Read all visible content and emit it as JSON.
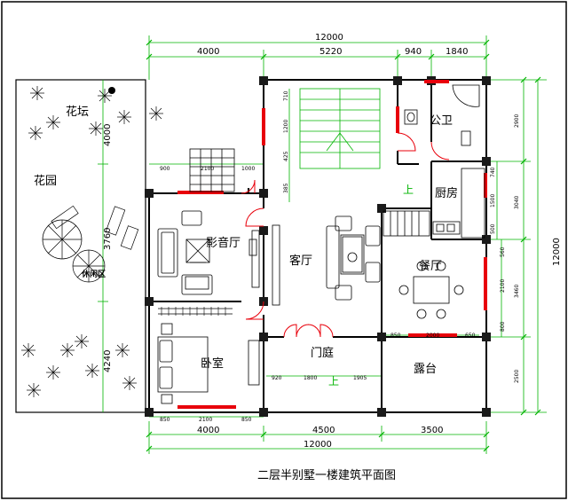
{
  "title": "二层半别墅一楼建筑平面图",
  "rooms": {
    "garden_bed": "花坛",
    "garden": "花园",
    "lounge": "休闲区",
    "theater": "影音厅",
    "living": "客厅",
    "bedroom": "卧室",
    "courtyard": "门庭",
    "toilet": "公卫",
    "kitchen": "厨房",
    "dining": "餐厅",
    "terrace": "露台",
    "up_stair1": "上",
    "up_stair2": "上"
  },
  "dims_top": {
    "total": "12000",
    "d1": "4000",
    "d2": "5220",
    "d3": "940",
    "d4": "1840"
  },
  "dims_bottom": {
    "total": "12000",
    "d1": "4000",
    "d2": "4500",
    "d3": "3500"
  },
  "dims_bottom_inner": {
    "a": "850",
    "b": "2100",
    "c": "850",
    "d": "920",
    "e": "1800",
    "f": "1905"
  },
  "dims_left": {
    "a": "4000",
    "b": "3760",
    "c": "4240"
  },
  "dims_right": {
    "total": "12000",
    "a": "2900",
    "b": "3040",
    "c": "3460",
    "d": "2500"
  },
  "dims_right_inner": {
    "a": "740",
    "b": "1500",
    "c": "500",
    "d": "2100",
    "e": "800",
    "f": "560"
  },
  "dims_stair": {
    "a": "710",
    "b": "1200",
    "c": "425",
    "d": "385",
    "e": "900",
    "f": "2100",
    "g": "1000"
  },
  "dims_dining": {
    "a": "850",
    "b": "2000",
    "c": "650"
  },
  "colors": {
    "wall": "#000000",
    "window": "#e8000b",
    "dimension": "#00b400",
    "column": "#1a1a1a"
  }
}
